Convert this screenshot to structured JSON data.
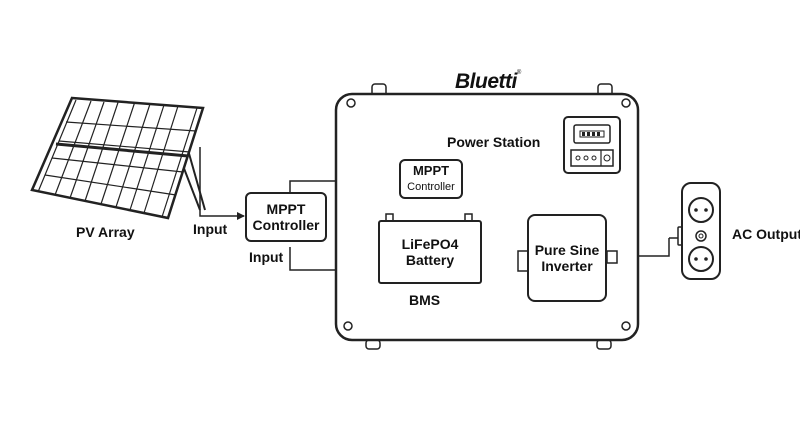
{
  "brand": {
    "name": "Bluetti",
    "mark": "®"
  },
  "labels": {
    "pv_array": "PV Array",
    "input_top": "Input",
    "input_bottom": "Input",
    "power_station": "Power Station",
    "bms": "BMS",
    "ac_output": "AC Output"
  },
  "boxes": {
    "mppt_external": {
      "line1": "MPPT",
      "line2": "Controller"
    },
    "mppt_internal": {
      "line1": "MPPT",
      "line2": "Controller"
    },
    "battery": {
      "line1": "LiFePO4",
      "line2": "Battery"
    },
    "inverter": {
      "line1": "Pure Sine",
      "line2": "Inverter"
    }
  },
  "colors": {
    "stroke": "#222222",
    "background": "#ffffff"
  }
}
